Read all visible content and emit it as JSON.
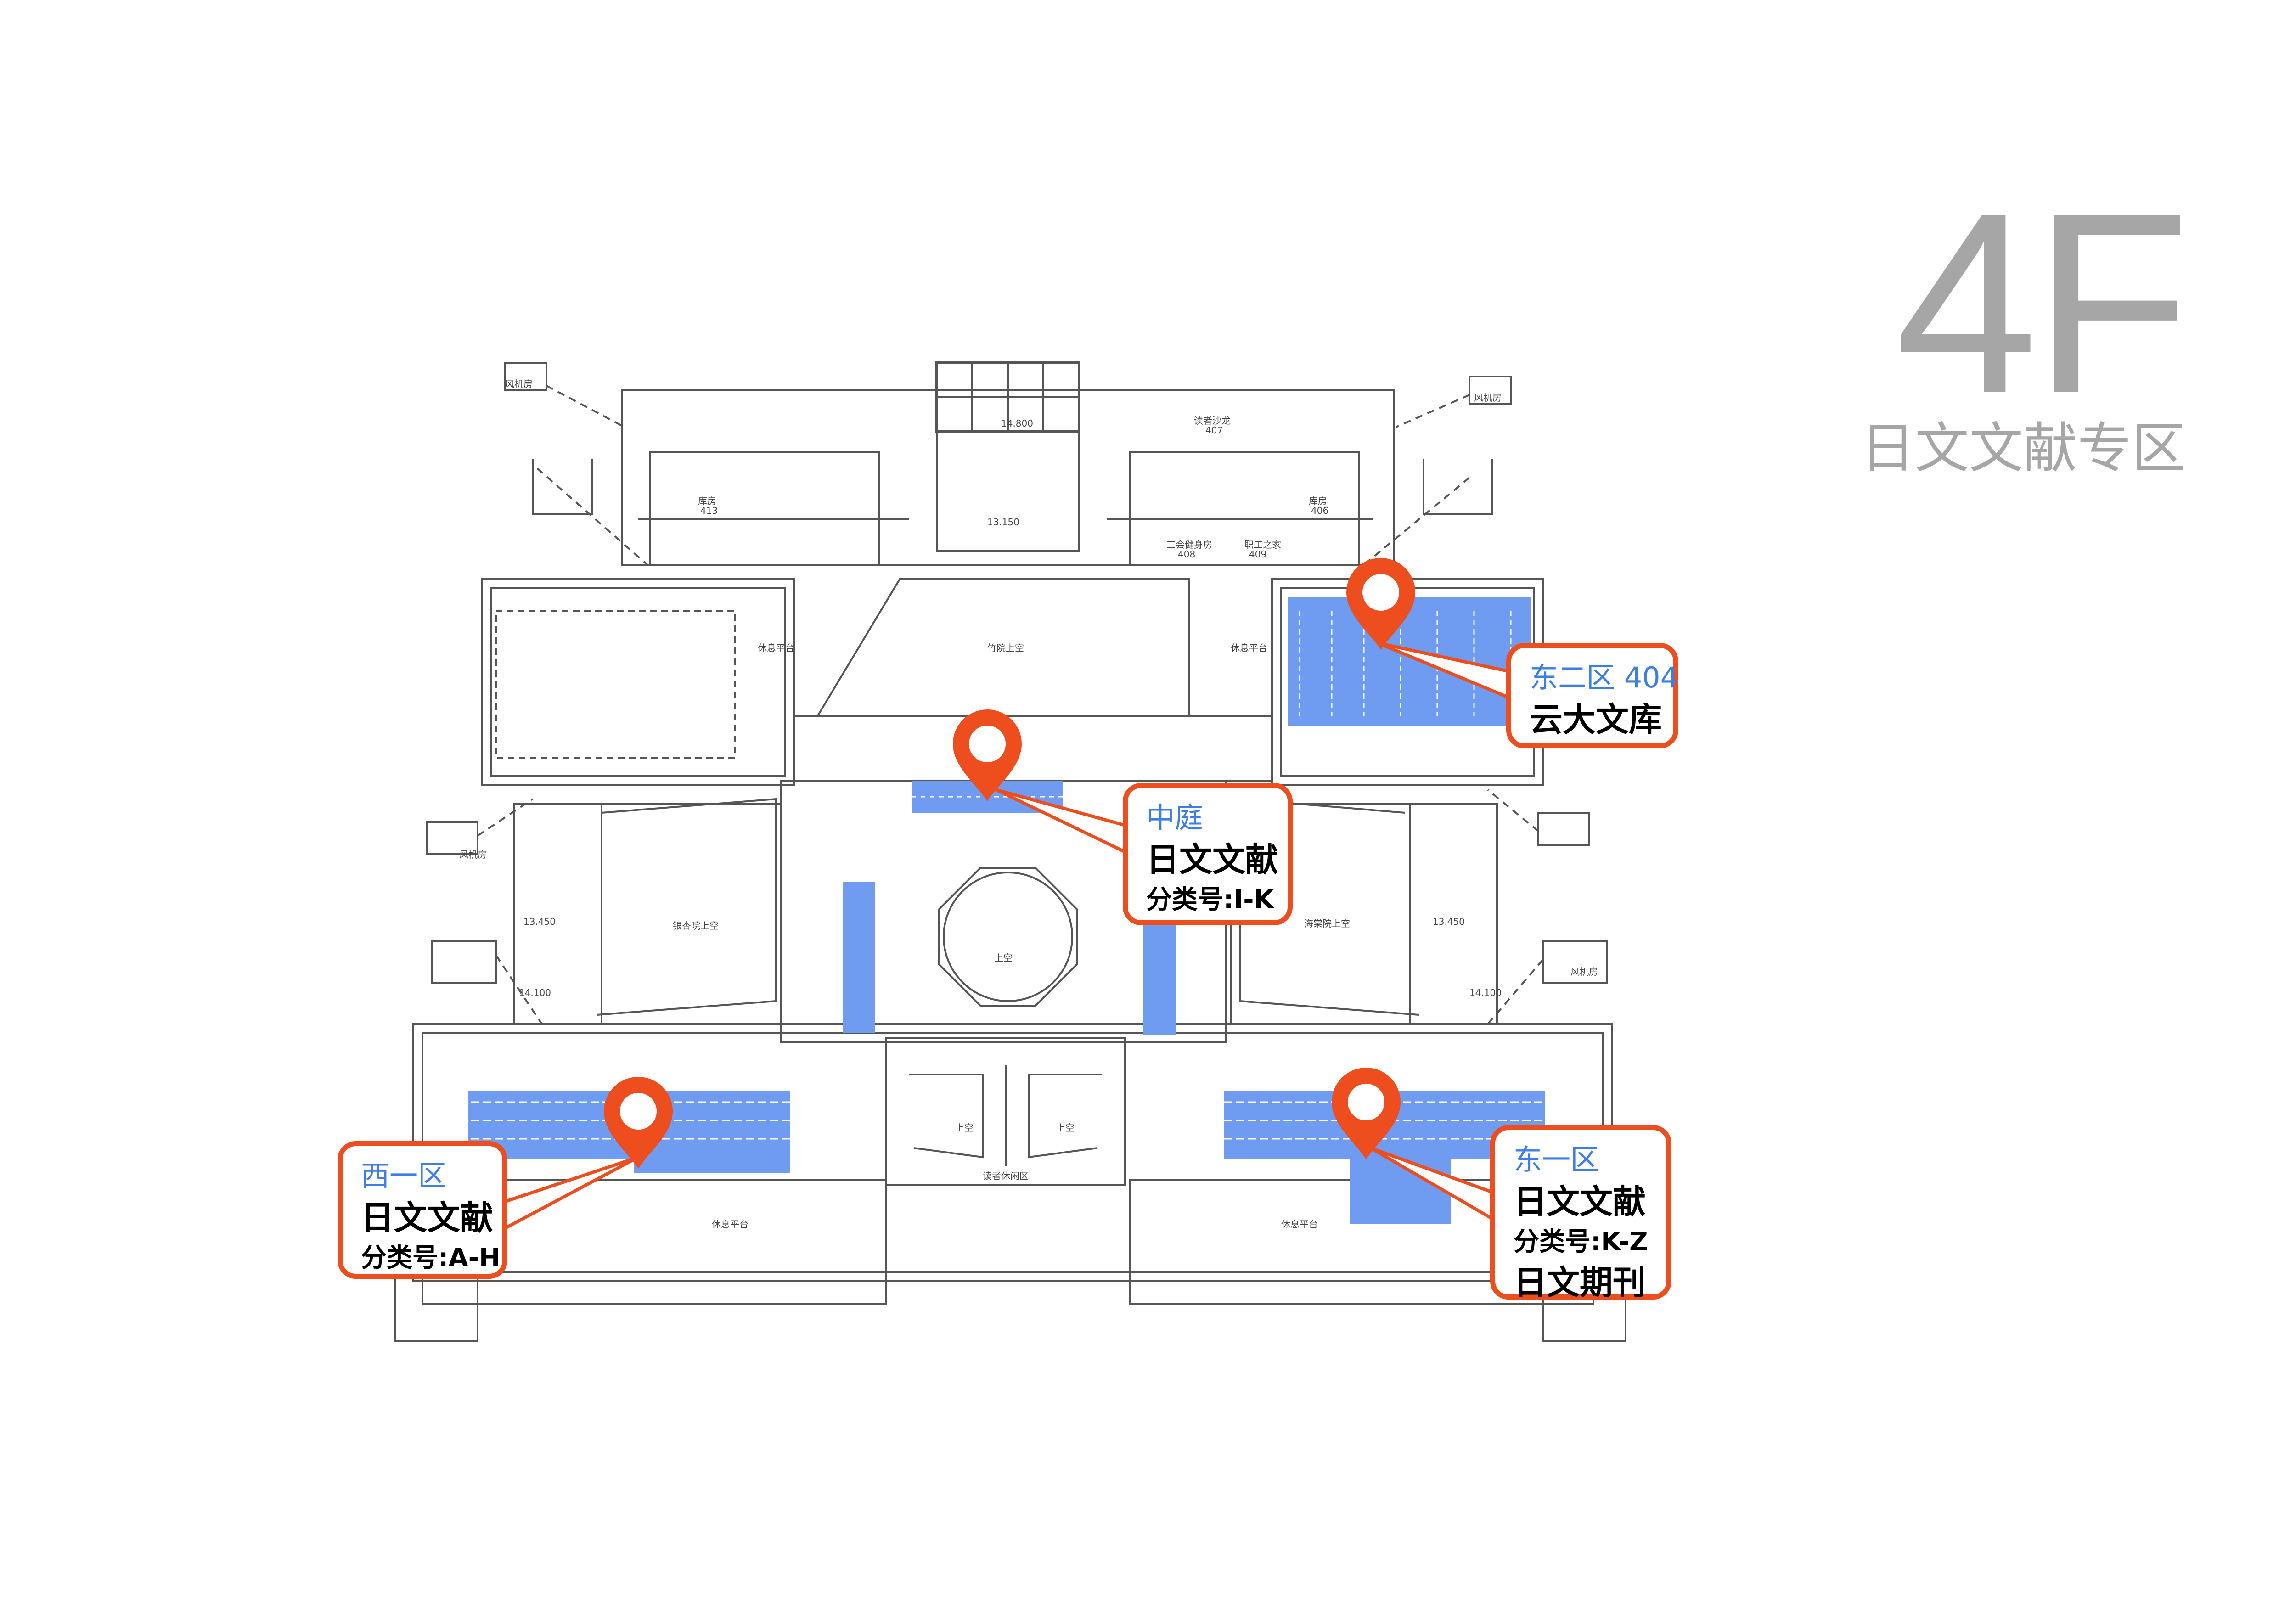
{
  "floor": {
    "number": "4F",
    "subtitle": "日文文献专区"
  },
  "callouts": {
    "east2": {
      "zone": "东二区 404",
      "name": "云大文库"
    },
    "courtyard": {
      "zone": "中庭",
      "name": "日文文献",
      "classification": "分类号:I-K"
    },
    "west1": {
      "zone": "西一区",
      "name": "日文文献",
      "classification": "分类号:A-H"
    },
    "east1": {
      "zone": "东一区",
      "name": "日文文献",
      "classification": "分类号:K-Z",
      "extra": "日文期刊"
    }
  },
  "plan_labels": {
    "reader_salon": "读者沙龙",
    "salon_no": "407",
    "storage_left": "库房",
    "storage_left_no": "413",
    "storage_right": "库房",
    "storage_right_no": "406",
    "gym": "工会健身房",
    "gym_no": "408",
    "staff_home": "职工之家",
    "staff_home_no": "409",
    "rest_platform_left": "休息平台",
    "rest_platform_right": "休息平台",
    "bamboo_void": "竹院上空",
    "ginkgo_void": "银杏院上空",
    "crabapple_void": "海棠院上空",
    "fan_room_1": "风机房",
    "fan_room_2": "风机房",
    "fan_room_3": "风机房",
    "fan_room_4": "风机房",
    "reader_rest": "读者休闲区",
    "rest_platform_bottom_left": "休息平台",
    "rest_platform_bottom_right": "休息平台",
    "void_1": "上空",
    "void_2": "上空",
    "void_3": "上空",
    "elev_top": "14.800",
    "elev_left": "13.450",
    "elev_right": "13.450",
    "elev_mid": "13.150",
    "elev_stair_l": "14.100",
    "elev_stair_r": "14.100"
  },
  "colors": {
    "accent": "#ee4d1d",
    "zone_fill": "#6f9bf0",
    "zone_text": "#3d7ee6",
    "floor_text": "#a6a6a6",
    "line": "#555555"
  },
  "icons": [
    "location-pin-icon"
  ]
}
